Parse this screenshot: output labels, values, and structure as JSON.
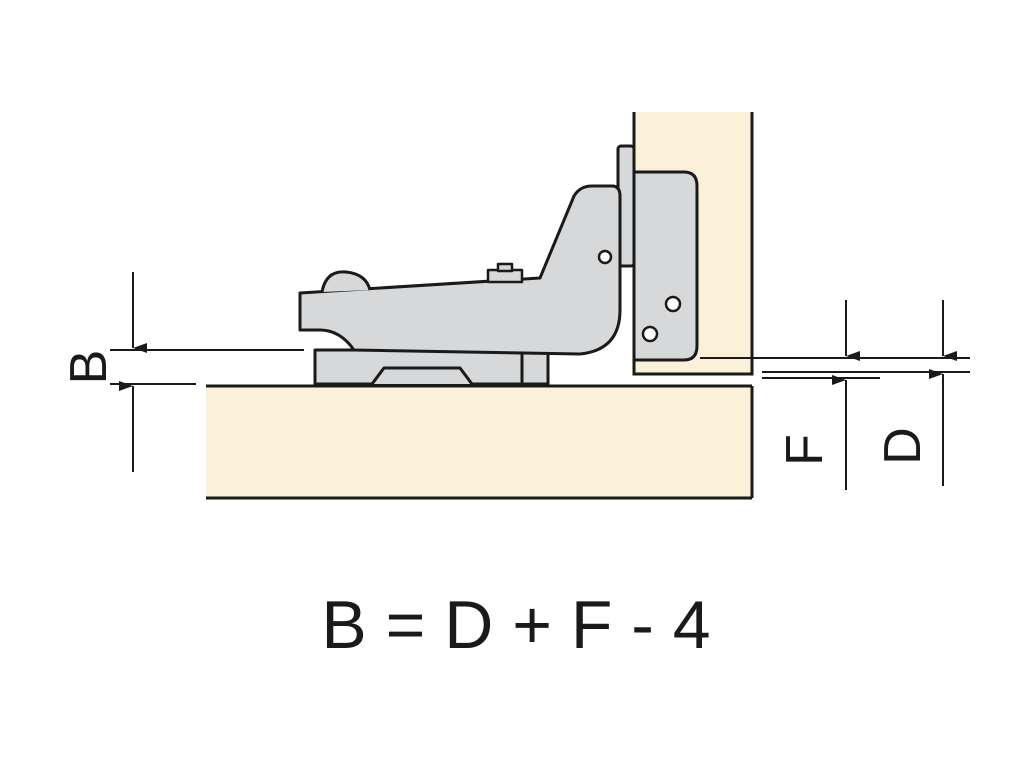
{
  "diagram": {
    "labels": {
      "b": "B",
      "f": "F",
      "d": "D"
    },
    "formula": "B = D + F - 4",
    "colors": {
      "wood": "#fbf1d9",
      "metal": "#d7d8d9",
      "outline": "#1a1a1a"
    }
  }
}
